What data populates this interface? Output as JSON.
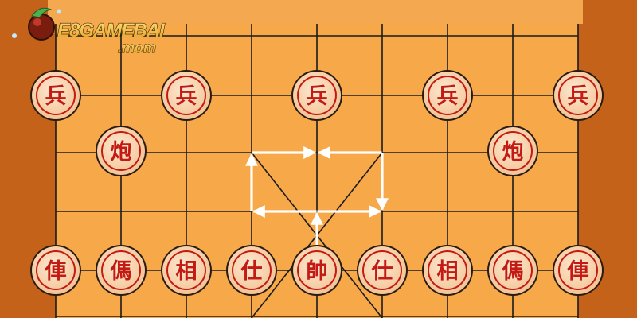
{
  "board": {
    "frame_color": "#c4621a",
    "field_color": "#f7a94a",
    "line_color": "#1a1a1a",
    "top_region_color": "#f4a84f"
  },
  "logo": {
    "text": "E8GAMEBAI",
    "subtext": ".mom",
    "text_color": "#f0c030",
    "outline_color": "#3a2205"
  },
  "arrows": {
    "color": "#ffffff",
    "description_count": 5
  },
  "pieces": {
    "color_fill": "#f9d6b0",
    "color_ink": "#c41a14",
    "soldiers": [
      {
        "char": "兵",
        "name": "soldier"
      },
      {
        "char": "兵",
        "name": "soldier"
      },
      {
        "char": "兵",
        "name": "soldier"
      },
      {
        "char": "兵",
        "name": "soldier"
      },
      {
        "char": "兵",
        "name": "soldier"
      }
    ],
    "cannons": [
      {
        "char": "炮",
        "name": "cannon"
      },
      {
        "char": "炮",
        "name": "cannon"
      }
    ],
    "back_rank": [
      {
        "char": "俥",
        "name": "chariot"
      },
      {
        "char": "傌",
        "name": "horse"
      },
      {
        "char": "相",
        "name": "elephant"
      },
      {
        "char": "仕",
        "name": "advisor"
      },
      {
        "char": "帥",
        "name": "general"
      },
      {
        "char": "仕",
        "name": "advisor"
      },
      {
        "char": "相",
        "name": "elephant"
      },
      {
        "char": "傌",
        "name": "horse"
      },
      {
        "char": "俥",
        "name": "chariot"
      }
    ]
  }
}
